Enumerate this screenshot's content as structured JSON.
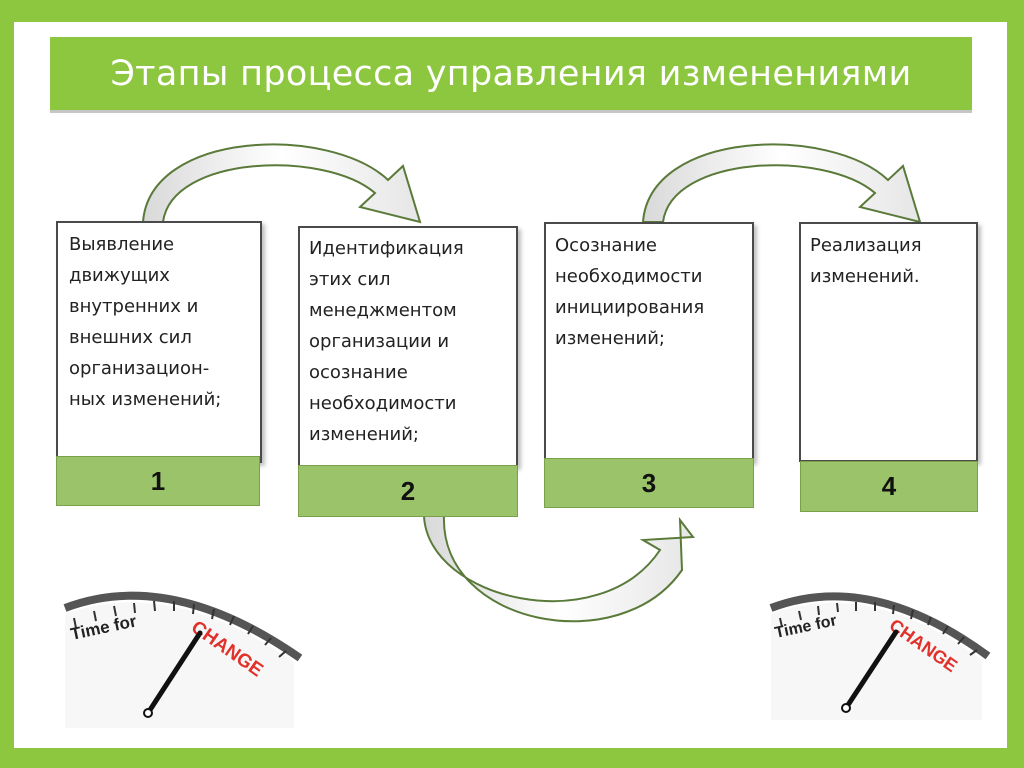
{
  "title": "Этапы процесса управления изменениями",
  "steps": [
    {
      "number": "1",
      "text": "Выявление\nдвижущих\nвнутренних и\nвнешних сил\nорганизацион-\nных изменений;"
    },
    {
      "number": "2",
      "text": "Идентификация\nэтих сил\nменеджментом\nорганизации и\nосознание\nнеобходимости\nизменений;"
    },
    {
      "number": "3",
      "text": "Осознание\nнеобходимости\nинициирования\nизменений;"
    },
    {
      "number": "4",
      "text": "Реализация\nизменений."
    }
  ],
  "clock": {
    "label_time_for": "Time for",
    "label_change": "CHANGE"
  },
  "colors": {
    "accent_green": "#8dc63f",
    "number_block": "#9bc46a",
    "change_red": "#e0312b"
  }
}
